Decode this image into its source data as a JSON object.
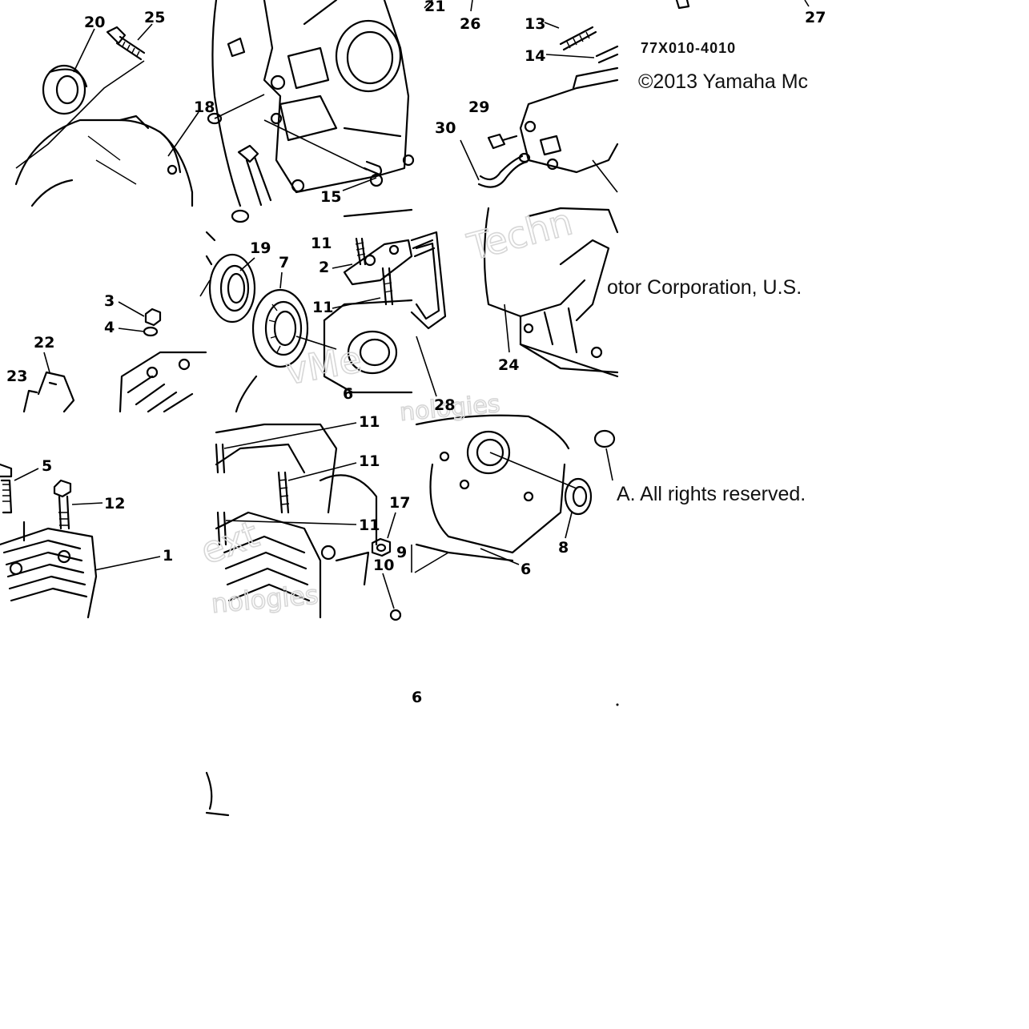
{
  "diagram": {
    "part_code": "77X010-4010",
    "copyright_fragments": [
      "©2013 Yamaha Mc",
      "otor Corporation, U.S.",
      "A. All rights reserved."
    ],
    "callouts": [
      "20",
      "25",
      "18",
      "15",
      "21",
      "26",
      "13",
      "14",
      "27",
      "29",
      "30",
      "19",
      "7",
      "2",
      "11",
      "11",
      "3",
      "4",
      "22",
      "23",
      "24",
      "28",
      "5",
      "12",
      "1",
      "11",
      "11",
      "11",
      "17",
      "10",
      "9",
      "6",
      "8",
      "6",
      "6"
    ],
    "watermarks": [
      "Techn",
      "vMe",
      "nologies",
      "ext",
      "nologies"
    ]
  }
}
